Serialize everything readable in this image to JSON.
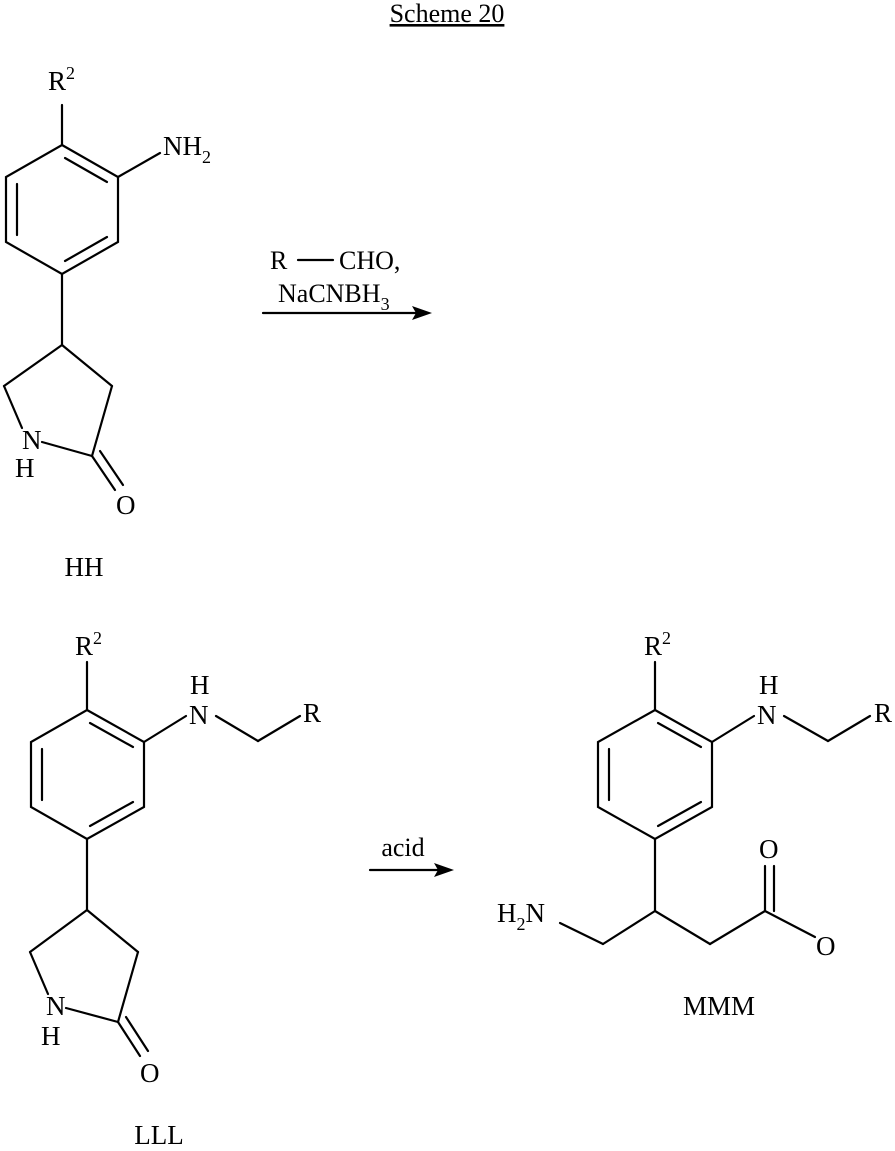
{
  "title": "Scheme 20",
  "compounds": {
    "hh": {
      "label": "HH",
      "r2": "R",
      "r2_sup": "2",
      "nh2_main": "NH",
      "nh2_sub": "2",
      "n": "N",
      "h": "H",
      "o": "O"
    },
    "lll": {
      "label": "LLL",
      "r2": "R",
      "r2_sup": "2",
      "h_amine": "H",
      "n_amine": "N",
      "r": "R",
      "n": "N",
      "h": "H",
      "o": "O"
    },
    "mmm": {
      "label": "MMM",
      "r2": "R",
      "r2_sup": "2",
      "h_amine": "H",
      "n_amine": "N",
      "r": "R",
      "h2n_h": "H",
      "h2n_sub": "2",
      "h2n_n": "N",
      "o_top": "O",
      "o_bottom": "O"
    }
  },
  "reactions": {
    "step1": {
      "reagent_r": "R",
      "reagent_cho": "CHO,",
      "reagent2_main": "NaCNBH",
      "reagent2_sub": "3"
    },
    "step2": {
      "reagent": "acid"
    }
  }
}
